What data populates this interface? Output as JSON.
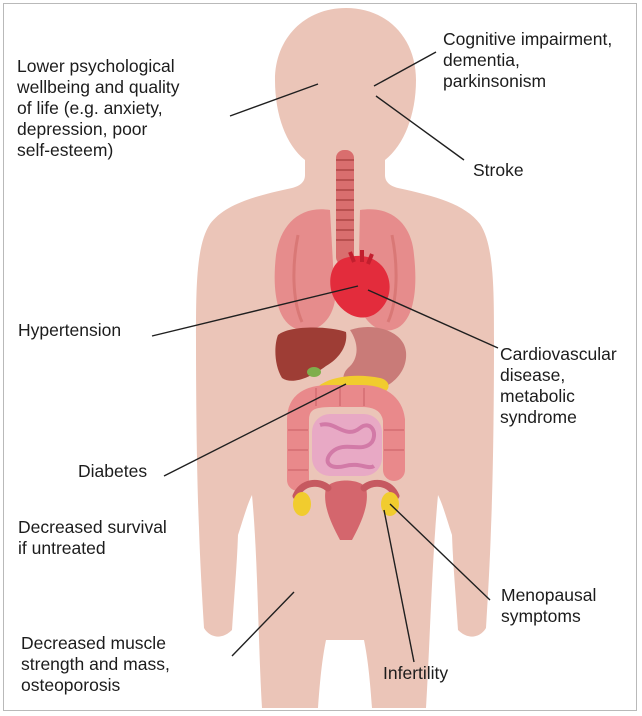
{
  "colors": {
    "body": "#ebc5b8",
    "lungs": "#e68c8c",
    "lungs_dark": "#d97876",
    "heart": "#e32c3c",
    "liver": "#9e3d35",
    "stomach": "#c97b78",
    "pancreas": "#f1cc2e",
    "intestine_large": "#e9898b",
    "intestine_small": "#e8a9c5",
    "uterus": "#d4666d",
    "trachea": "#d96e6e",
    "leader_line": "#1f1f1f"
  },
  "labels": {
    "psych": "Lower psychological\nwellbeing and quality\nof life (e.g. anxiety,\ndepression, poor\nself-esteem)",
    "cognitive": "Cognitive impairment,\ndementia,\nparkinsonism",
    "stroke": "Stroke",
    "hypertension": "Hypertension",
    "cardio": "Cardiovascular\ndisease,\nmetabolic\nsyndrome",
    "diabetes": "Diabetes",
    "survival": "Decreased survival\nif untreated",
    "menopausal": "Menopausal\nsymptoms",
    "infertility": "Infertility",
    "muscle": "Decreased muscle\nstrength and mass,\nosteoporosis"
  }
}
